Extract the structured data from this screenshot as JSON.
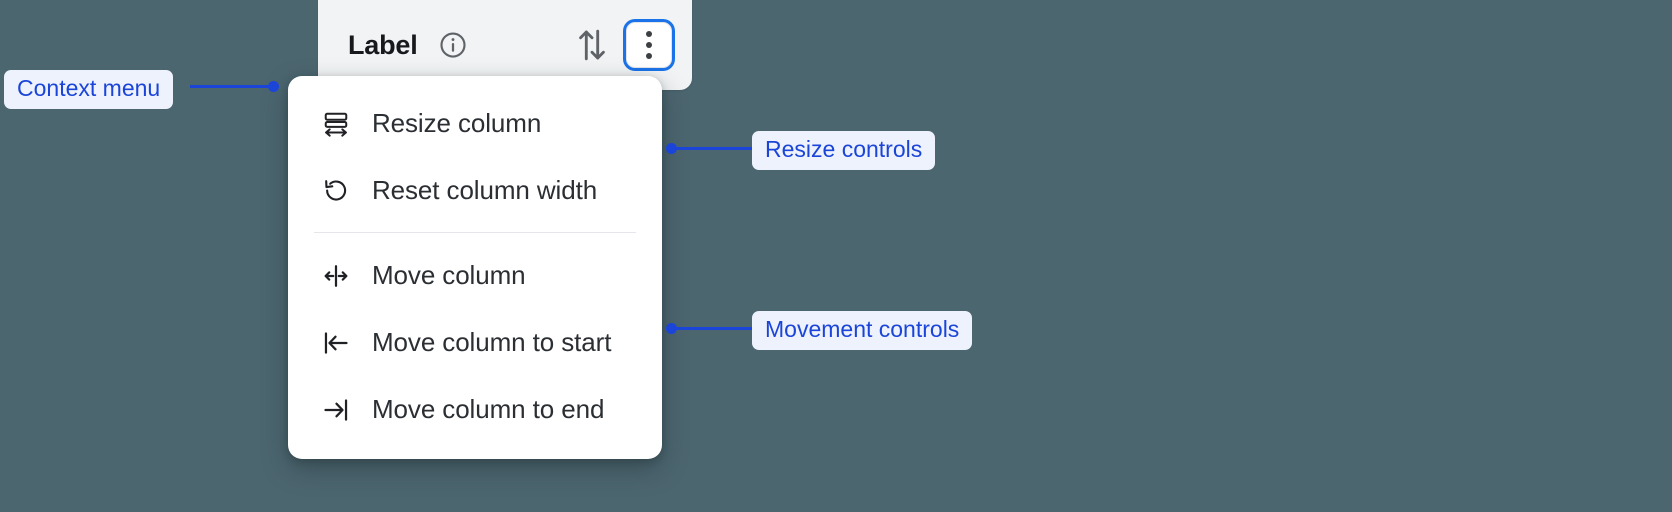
{
  "background_color": "#4c6670",
  "accent_color": "#1a45d8",
  "focus_ring_color": "#1a73e8",
  "column_header": {
    "label": "Label",
    "info_icon": "info-circle-icon",
    "sort_icon": "sort-up-down-icon",
    "overflow_icon": "kebab-menu-icon"
  },
  "context_menu": {
    "groups": [
      {
        "name": "resize",
        "items": [
          {
            "icon": "resize-column-icon",
            "label": "Resize column"
          },
          {
            "icon": "reset-width-icon",
            "label": "Reset column width"
          }
        ]
      },
      {
        "name": "movement",
        "items": [
          {
            "icon": "move-column-icon",
            "label": "Move column"
          },
          {
            "icon": "move-to-start-icon",
            "label": "Move column to start"
          },
          {
            "icon": "move-to-end-icon",
            "label": "Move column to end"
          }
        ]
      }
    ]
  },
  "annotations": [
    {
      "id": "context-menu",
      "label": "Context menu"
    },
    {
      "id": "resize-controls",
      "label": "Resize controls"
    },
    {
      "id": "movement-controls",
      "label": "Movement controls"
    }
  ]
}
